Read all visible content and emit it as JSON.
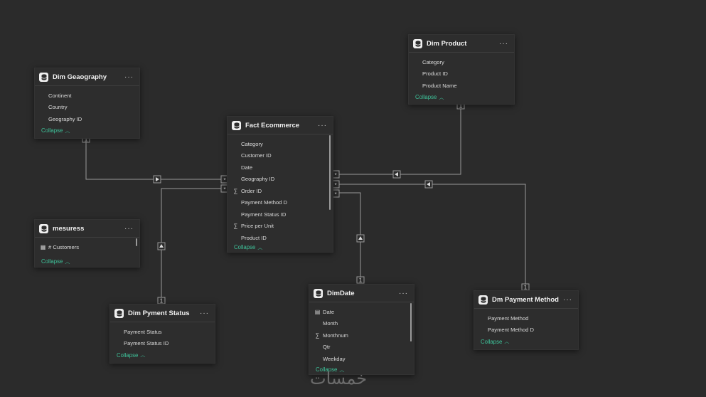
{
  "tables": {
    "dim_geography": {
      "title": "Dim Geaography",
      "fields": [
        "Continent",
        "Country",
        "Geography ID"
      ],
      "collapse_label": "Collapse"
    },
    "fact_ecommerce": {
      "title": "Fact Ecommerce",
      "fields": [
        "Category",
        "Customer ID",
        "Date",
        "Geography ID",
        "Order ID",
        "Payment Method D",
        "Payment Status ID",
        "Price per Unit",
        "Product ID"
      ],
      "collapse_label": "Collapse"
    },
    "dim_product": {
      "title": "Dim Product",
      "fields": [
        "Category",
        "Product ID",
        "Product Name"
      ],
      "collapse_label": "Collapse"
    },
    "mesuress": {
      "title": "mesuress",
      "fields": [
        "# Customers"
      ],
      "collapse_label": "Collapse"
    },
    "dim_payment_status": {
      "title": "Dim Pyment Status",
      "fields": [
        "Payment Status",
        "Payment Status ID"
      ],
      "collapse_label": "Collapse"
    },
    "dim_date": {
      "title": "DimDate",
      "fields": [
        "Date",
        "Month",
        "Monthnum",
        "Qtr",
        "Weekday"
      ],
      "collapse_label": "Collapse"
    },
    "dim_payment_method": {
      "title": "Dm Payment Method",
      "fields": [
        "Payment Method",
        "Payment Method D"
      ],
      "collapse_label": "Collapse"
    }
  },
  "more_label": "···",
  "cardinality": {
    "one": "1",
    "many": "*"
  },
  "watermark": "خمسات",
  "colors": {
    "background": "#2b2b2b",
    "card": "#2d2d2d",
    "accent": "#3ec39a",
    "line": "#9a9a9a"
  }
}
